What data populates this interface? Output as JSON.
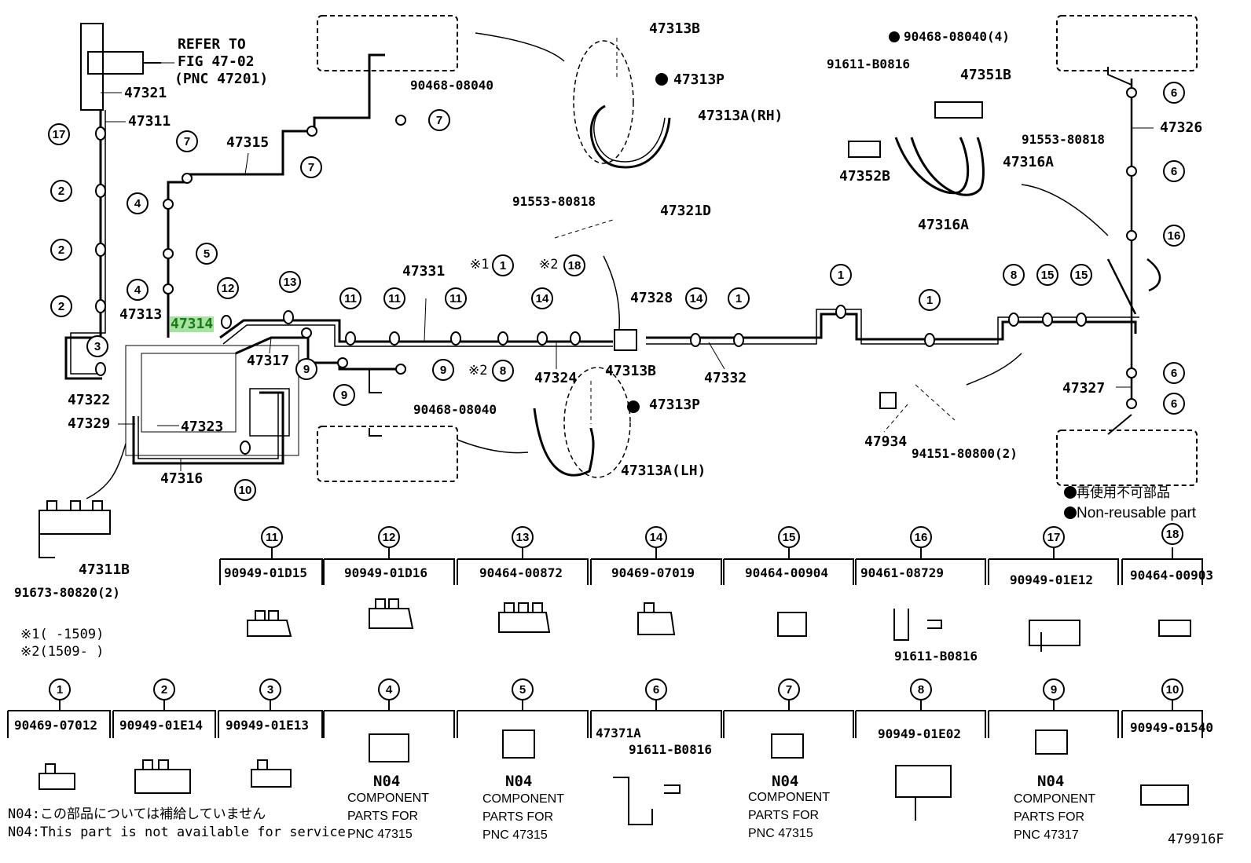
{
  "refer": {
    "line1": "REFER TO",
    "line2": "FIG 47-02",
    "line3": "(PNC 47201)"
  },
  "parts": {
    "p47321": "47321",
    "p47311": "47311",
    "p47315": "47315",
    "p47313": "47313",
    "p47314": "47314",
    "p47317": "47317",
    "p47322": "47322",
    "p47329": "47329",
    "p47323": "47323",
    "p47316": "47316",
    "p47311B": "47311B",
    "p91673": "91673-80820(2)",
    "p90468_top": "90468-08040",
    "p90468_bot": "90468-08040",
    "p47313B_top": "47313B",
    "p47313P_top": "47313P",
    "p47313A_RH": "47313A(RH)",
    "p47313B_bot": "47313B",
    "p47313P_bot": "47313P",
    "p47313A_LH": "47313A(LH)",
    "p91553_mid": "91553-80818",
    "p47321D": "47321D",
    "p47331": "47331",
    "p47324": "47324",
    "p47328": "47328",
    "p47332": "47332",
    "p90468_4": "90468-08040(4)",
    "p91611_top": "91611-B0816",
    "p47351B": "47351B",
    "p91553_right": "91553-80818",
    "p47316A_a": "47316A",
    "p47352B": "47352B",
    "p47316A_b": "47316A",
    "p47326": "47326",
    "p47327": "47327",
    "p47934": "47934",
    "p94151": "94151-80800(2)"
  },
  "marks": {
    "m1": "※1",
    "m2a": "※2",
    "m2b": "※2"
  },
  "legend": {
    "jp": "再使用不可部品",
    "en": "Non-reusable part"
  },
  "notes": {
    "n1": "※1(     -1509)",
    "n2": "※2(1509-     )"
  },
  "footer": {
    "jp": "N04:この部品については補給していません",
    "en": "N04:This part is not available for service",
    "fig": "479916F"
  },
  "callouts": {
    "c17": "17",
    "c2": "2",
    "c3": "3",
    "c4": "4",
    "c5": "5",
    "c7": "7",
    "c12": "12",
    "c13": "13",
    "c11": "11",
    "c1": "1",
    "c14": "14",
    "c18": "18",
    "c8": "8",
    "c9": "9",
    "c10": "10",
    "c15": "15",
    "c6": "6",
    "c16": "16"
  },
  "table_top": [
    {
      "num": "11",
      "code": "90949-01D15"
    },
    {
      "num": "12",
      "code": "90949-01D16"
    },
    {
      "num": "13",
      "code": "90464-00872"
    },
    {
      "num": "14",
      "code": "90469-07019"
    },
    {
      "num": "15",
      "code": "90464-00904"
    },
    {
      "num": "16",
      "code": "90461-08729",
      "sub": "91611-B0816"
    },
    {
      "num": "17",
      "code": "90949-01E12"
    },
    {
      "num": "18",
      "code": "90464-00903"
    }
  ],
  "table_bottom": [
    {
      "num": "1",
      "code": "90469-07012"
    },
    {
      "num": "2",
      "code": "90949-01E14"
    },
    {
      "num": "3",
      "code": "90949-01E13"
    },
    {
      "num": "4",
      "n04": "N04",
      "l1": "COMPONENT",
      "l2": "PARTS FOR",
      "l3": "PNC 47315"
    },
    {
      "num": "5",
      "n04": "N04",
      "l1": "COMPONENT",
      "l2": "PARTS FOR",
      "l3": "PNC 47315"
    },
    {
      "num": "6",
      "code": "47371A",
      "sub": "91611-B0816"
    },
    {
      "num": "7",
      "n04": "N04",
      "l1": "COMPONENT",
      "l2": "PARTS FOR",
      "l3": "PNC 47315"
    },
    {
      "num": "8",
      "code": "90949-01E02"
    },
    {
      "num": "9",
      "n04": "N04",
      "l1": "COMPONENT",
      "l2": "PARTS FOR",
      "l3": "PNC 47317"
    },
    {
      "num": "10",
      "code": "90949-01540"
    }
  ]
}
